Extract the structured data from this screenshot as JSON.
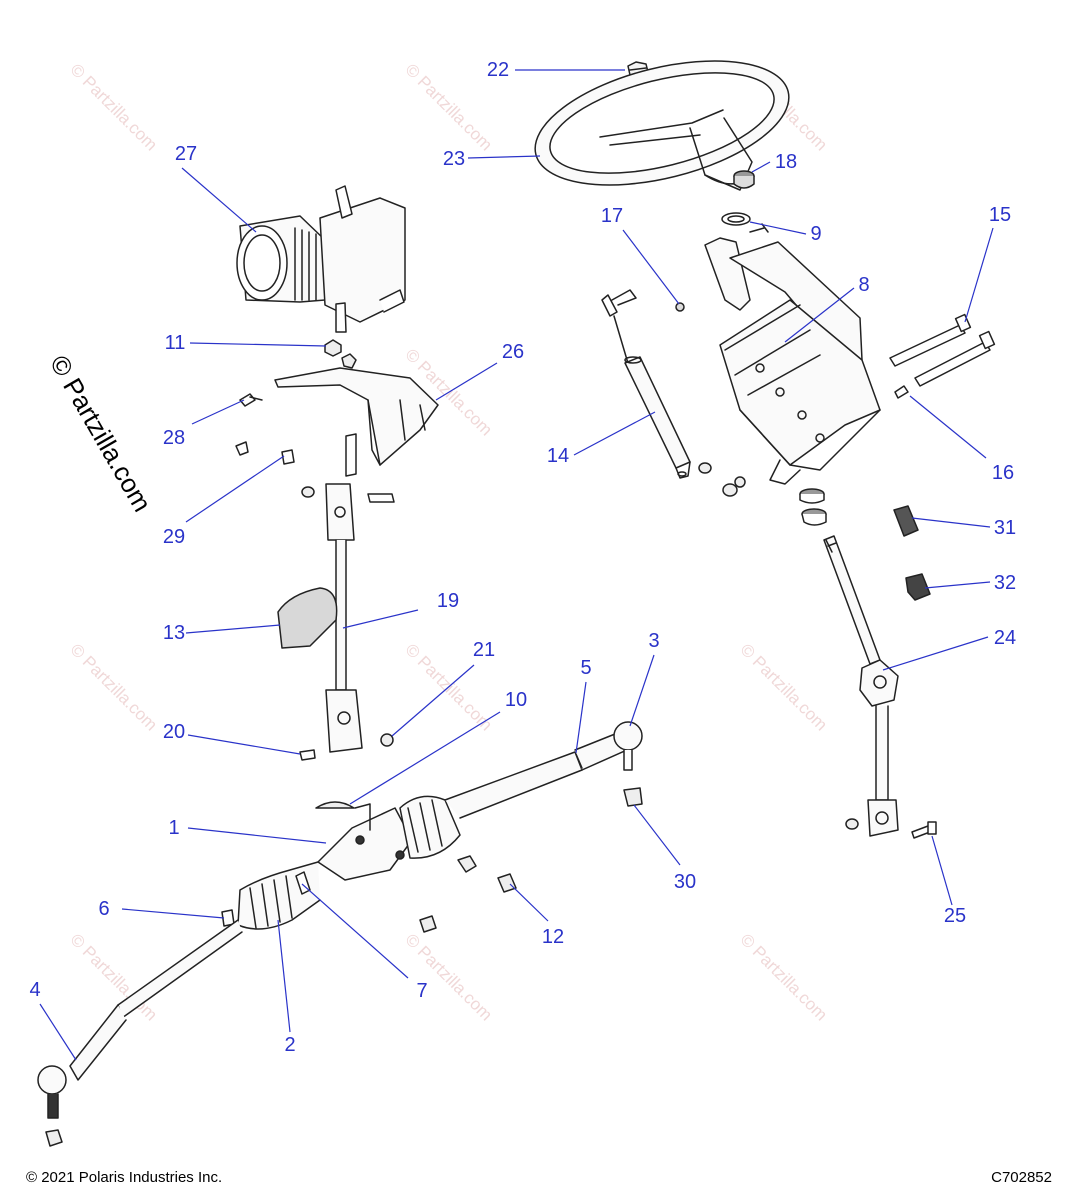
{
  "watermark": {
    "small": "© Partzilla.com",
    "big": "© Partzilla.com"
  },
  "callouts": {
    "c1": "1",
    "c2": "2",
    "c3": "3",
    "c4": "4",
    "c5": "5",
    "c6": "6",
    "c7": "7",
    "c8": "8",
    "c9": "9",
    "c10": "10",
    "c11": "11",
    "c12": "12",
    "c13": "13",
    "c14": "14",
    "c15": "15",
    "c16": "16",
    "c17": "17",
    "c18": "18",
    "c19": "19",
    "c20": "20",
    "c21": "21",
    "c22": "22",
    "c23": "23",
    "c24": "24",
    "c25": "25",
    "c26": "26",
    "c27": "27",
    "c28": "28",
    "c29": "29",
    "c30": "30",
    "c31": "31",
    "c32": "32"
  },
  "footer": {
    "copyright": "© 2021 Polaris Industries Inc.",
    "code": "C702852"
  },
  "colors": {
    "callout": "#2a33c9",
    "line": "#2a33c9",
    "part_stroke": "#222222",
    "watermark": "#f0d8d8"
  }
}
